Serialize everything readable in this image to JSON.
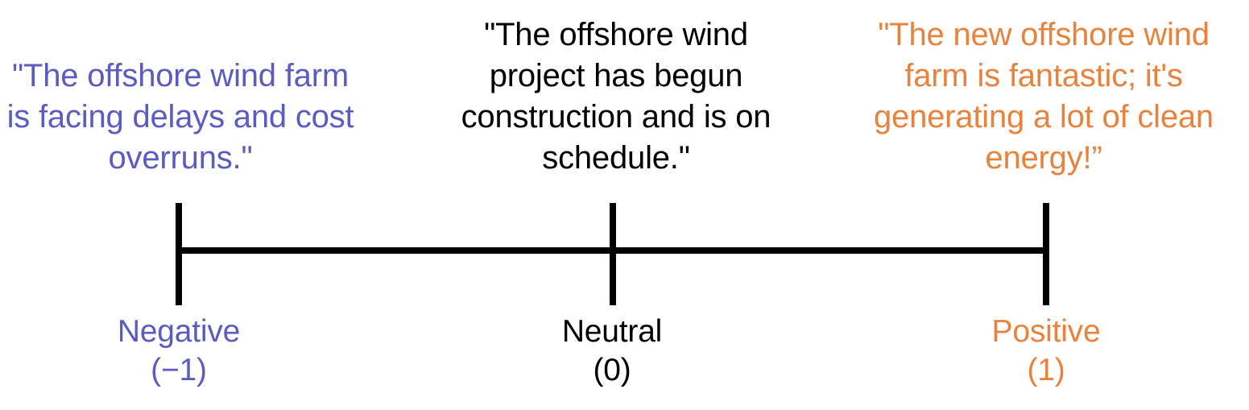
{
  "colors": {
    "negative": "#5b5bc0",
    "neutral": "#000000",
    "positive": "#e8823c",
    "axis": "#000000",
    "background": "#ffffff"
  },
  "quotes": {
    "negative": "\"The offshore wind farm is facing delays and cost overruns.\"",
    "neutral": "\"The offshore wind project has begun construction and is on schedule.\"",
    "positive": "\"The new offshore wind farm is fantastic; it's generating a lot of clean energy!”"
  },
  "scale": {
    "negative": {
      "name": "Negative",
      "value": "(−1)"
    },
    "neutral": {
      "name": "Neutral",
      "value": "(0)"
    },
    "positive": {
      "name": "Positive",
      "value": "(1)"
    }
  },
  "chart_data": {
    "type": "scatter",
    "title": "",
    "xlabel": "",
    "ylabel": "",
    "xlim": [
      -1,
      1
    ],
    "grid": false,
    "legend": "none",
    "categories": [
      "Negative",
      "Neutral",
      "Positive"
    ],
    "x": [
      -1,
      0,
      1
    ],
    "tick_labels": [
      "Negative (−1)",
      "Neutral (0)",
      "Positive (1)"
    ],
    "annotations": [
      {
        "x": -1,
        "label": "Negative",
        "value": "(−1)",
        "color": "#5b5bc0",
        "text": "\"The offshore wind farm is facing delays and cost overruns.\""
      },
      {
        "x": 0,
        "label": "Neutral",
        "value": "(0)",
        "color": "#000000",
        "text": "\"The offshore wind project has begun construction and is on schedule.\""
      },
      {
        "x": 1,
        "label": "Positive",
        "value": "(1)",
        "color": "#e8823c",
        "text": "\"The new offshore wind farm is fantastic; it's generating a lot of clean energy!”"
      }
    ]
  }
}
